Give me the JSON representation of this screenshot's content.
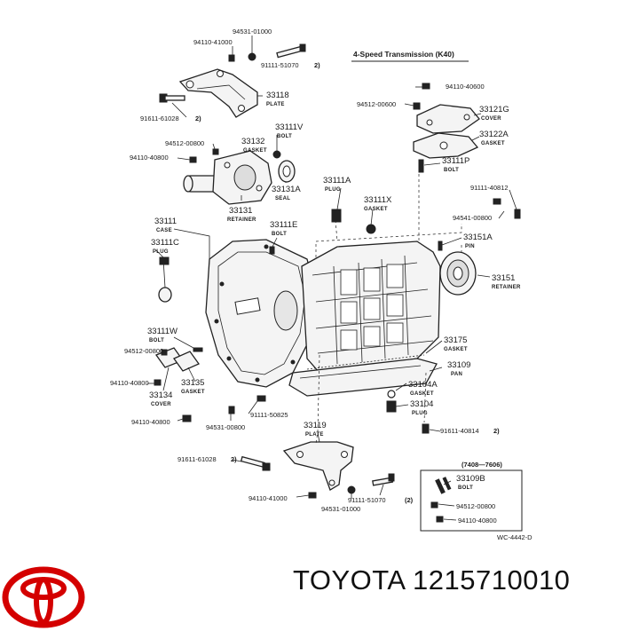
{
  "diagram": {
    "title": "4-Speed Transmission (K40)",
    "stamp": "WC-4442-D",
    "date_range": "(7408—7606)"
  },
  "labels": [
    {
      "id": "p94531_01000a",
      "text": "94531-01000"
    },
    {
      "id": "p94110_41000a",
      "text": "94110-41000"
    },
    {
      "id": "p91111_51070a",
      "text": "91111-51070"
    },
    {
      "id": "n2a",
      "text": "2)"
    },
    {
      "id": "c33118",
      "text": "33118"
    },
    {
      "id": "s33118",
      "text": "PLATE"
    },
    {
      "id": "p91611_61028a",
      "text": "91611-61028"
    },
    {
      "id": "n2b",
      "text": "2)"
    },
    {
      "id": "c33111V",
      "text": "33111V"
    },
    {
      "id": "s33111V",
      "text": "BOLT"
    },
    {
      "id": "p94512_00800a",
      "text": "94512-00800"
    },
    {
      "id": "c33132",
      "text": "33132"
    },
    {
      "id": "s33132",
      "text": "GASKET"
    },
    {
      "id": "p94110_40800a",
      "text": "94110-40800"
    },
    {
      "id": "c33131A",
      "text": "33131A"
    },
    {
      "id": "s33131A",
      "text": "SEAL"
    },
    {
      "id": "c33131",
      "text": "33131"
    },
    {
      "id": "s33131",
      "text": "RETAINER"
    },
    {
      "id": "c33111A",
      "text": "33111A"
    },
    {
      "id": "s33111A",
      "text": "PLUG"
    },
    {
      "id": "c33111X",
      "text": "33111X"
    },
    {
      "id": "s33111X",
      "text": "GASKET"
    },
    {
      "id": "c33111",
      "text": "33111"
    },
    {
      "id": "s33111",
      "text": "CASE"
    },
    {
      "id": "c33111E",
      "text": "33111E"
    },
    {
      "id": "s33111E",
      "text": "BOLT"
    },
    {
      "id": "c33111C",
      "text": "33111C"
    },
    {
      "id": "s33111C",
      "text": "PLUG"
    },
    {
      "id": "p94110_40600",
      "text": "94110-40600"
    },
    {
      "id": "p94512_00600",
      "text": "94512-00600"
    },
    {
      "id": "c33121G",
      "text": "33121G"
    },
    {
      "id": "s33121G",
      "text": "COVER"
    },
    {
      "id": "c33122A",
      "text": "33122A"
    },
    {
      "id": "s33122A",
      "text": "GASKET"
    },
    {
      "id": "c33111P",
      "text": "33111P"
    },
    {
      "id": "s33111P",
      "text": "BOLT"
    },
    {
      "id": "p91111_40812",
      "text": "91111-40812"
    },
    {
      "id": "p94541_00800",
      "text": "94541-00800"
    },
    {
      "id": "c33151A",
      "text": "33151A"
    },
    {
      "id": "s33151A",
      "text": "PIN"
    },
    {
      "id": "c33151",
      "text": "33151"
    },
    {
      "id": "s33151",
      "text": "RETAINER"
    },
    {
      "id": "c33111W",
      "text": "33111W"
    },
    {
      "id": "s33111W",
      "text": "BOLT"
    },
    {
      "id": "p94512_00800b",
      "text": "94512-00800"
    },
    {
      "id": "p94110_40800b",
      "text": "94110-40800"
    },
    {
      "id": "c33134",
      "text": "33134"
    },
    {
      "id": "s33134",
      "text": "COVER"
    },
    {
      "id": "c33135",
      "text": "33135"
    },
    {
      "id": "s33135",
      "text": "GASKET"
    },
    {
      "id": "c33175",
      "text": "33175"
    },
    {
      "id": "s33175",
      "text": "GASKET"
    },
    {
      "id": "c33109",
      "text": "33109"
    },
    {
      "id": "s33109",
      "text": "PAN"
    },
    {
      "id": "c33104A",
      "text": "33104A"
    },
    {
      "id": "s33104A",
      "text": "GASKET"
    },
    {
      "id": "c33104",
      "text": "33104"
    },
    {
      "id": "s33104",
      "text": "PLUG"
    },
    {
      "id": "p91111_50825",
      "text": "91111-50825"
    },
    {
      "id": "p94110_40800c",
      "text": "94110-40800"
    },
    {
      "id": "p94531_00800",
      "text": "94531-00800"
    },
    {
      "id": "c33119",
      "text": "33119"
    },
    {
      "id": "s33119",
      "text": "PLATE"
    },
    {
      "id": "p91611_40814",
      "text": "91611-40814"
    },
    {
      "id": "n2c",
      "text": "2)"
    },
    {
      "id": "p91611_61028b",
      "text": "91611-61028"
    },
    {
      "id": "n2d",
      "text": "2)"
    },
    {
      "id": "p94110_41000b",
      "text": "94110-41000"
    },
    {
      "id": "p91111_51070b",
      "text": "91111-51070"
    },
    {
      "id": "p94531_01000b",
      "text": "94531-01000"
    },
    {
      "id": "n2e",
      "text": "(2)"
    },
    {
      "id": "c33109B",
      "text": "33109B"
    },
    {
      "id": "s33109B",
      "text": "BOLT"
    },
    {
      "id": "p94512_00800c",
      "text": "94512-00800"
    },
    {
      "id": "p94110_40800d",
      "text": "94110-40800"
    }
  ],
  "footer": {
    "brand": "TOYOTA",
    "part_number": "1215710010",
    "logo_icon": "toyota-logo-icon",
    "logo_color": "#d40000"
  }
}
